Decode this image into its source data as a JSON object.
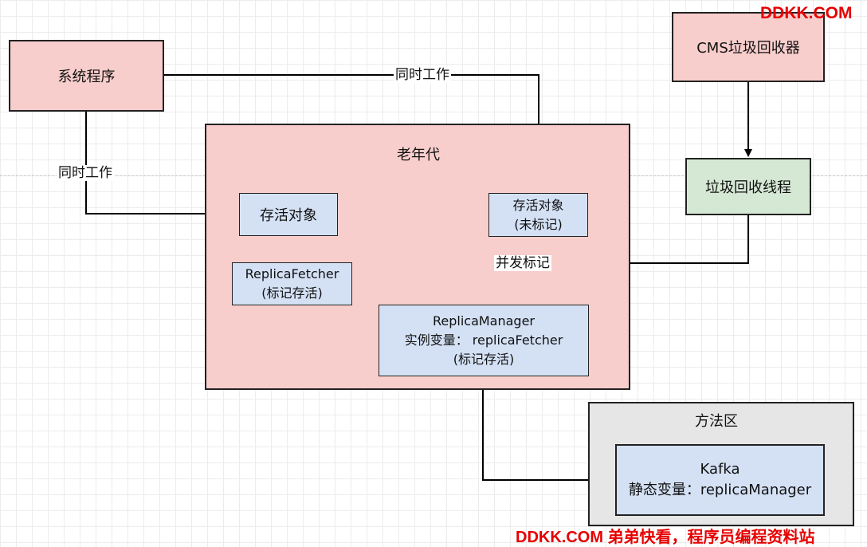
{
  "watermark_top": "DDKK.COM",
  "watermark_bottom": "DDKK.COM 弟弟快看，程序员编程资料站",
  "nodes": {
    "system_program": "系统程序",
    "cms_collector": "CMS垃圾回收器",
    "gc_thread": "垃圾回收线程",
    "old_gen": "老年代",
    "live_object": "存活对象",
    "live_object_unmarked_line1": "存活对象",
    "live_object_unmarked_line2": "(未标记)",
    "replica_fetcher_line1": "ReplicaFetcher",
    "replica_fetcher_line2": "(标记存活)",
    "replica_manager_line1": "ReplicaManager",
    "replica_manager_line2": "实例变量： replicaFetcher",
    "replica_manager_line3": "(标记存活)",
    "method_area": "方法区",
    "kafka_line1": "Kafka",
    "kafka_line2": "静态变量：replicaManager"
  },
  "edges": {
    "work_together_top": "同时工作",
    "work_together_left": "同时工作",
    "concurrent_mark": "并发标记"
  }
}
